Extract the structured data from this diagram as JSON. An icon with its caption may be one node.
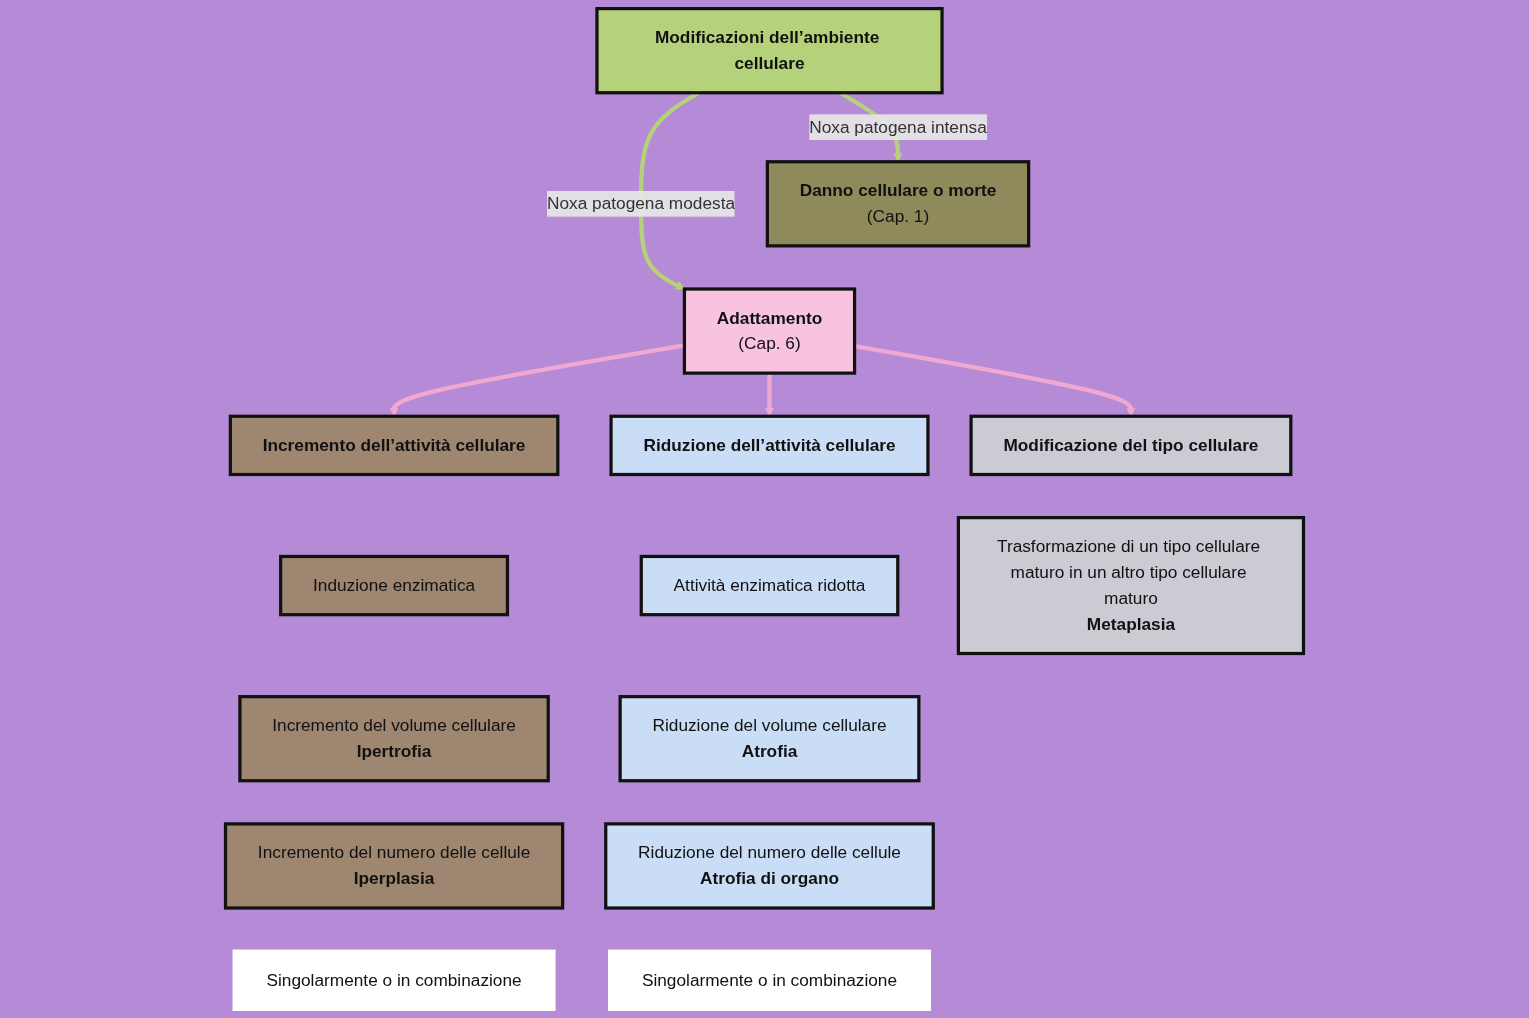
{
  "diagram": {
    "nodes": [
      {
        "text": [
          "Modificazioni dell’ambiente cellulare"
        ]
      },
      {
        "text": [
          "Danno cellulare o morte",
          "(Cap. 1)"
        ]
      },
      {
        "text": [
          "Adattamento",
          "(Cap. 6)"
        ]
      },
      {
        "text": [
          "Incremento dell’attività cellulare"
        ]
      },
      {
        "text": [
          "Riduzione dell’attività cellulare"
        ]
      },
      {
        "text": [
          "Modificazione del tipo cellulare"
        ]
      },
      {
        "text": [
          "Induzione enzimatica"
        ]
      },
      {
        "text": [
          "Incremento del volume cellulare",
          "Ipertrofia"
        ]
      },
      {
        "text": [
          "Incremento del numero delle cellule",
          "Iperplasia"
        ]
      },
      {
        "text": [
          "Attività enzimatica ridotta"
        ]
      },
      {
        "text": [
          "Riduzione del volume cellulare",
          "Atrofia"
        ]
      },
      {
        "text": [
          "Riduzione del numero delle cellule",
          "Atrofia di organo"
        ]
      },
      {
        "text": [
          "Trasformazione di un tipo cellulare maturo in un altro tipo cellulare maturo",
          "Metaplasia"
        ]
      },
      {
        "text": [
          "Singolarmente o in combinazione"
        ]
      },
      {
        "text": [
          "Singolarmente o in combinazione"
        ]
      }
    ],
    "edges": [
      {
        "from": 0,
        "to": 1,
        "arrow": "to",
        "label": "Noxa patogena intensa",
        "color": "#b5d27a"
      },
      {
        "from": 0,
        "to": 2,
        "arrow": "to",
        "label": "Noxa patogena modesta",
        "color": "#b5d27a"
      },
      {
        "from": 2,
        "to": 3,
        "arrow": "to"
      },
      {
        "from": 2,
        "to": 4,
        "arrow": "to"
      },
      {
        "from": 2,
        "to": 5,
        "arrow": "to"
      }
    ]
  }
}
